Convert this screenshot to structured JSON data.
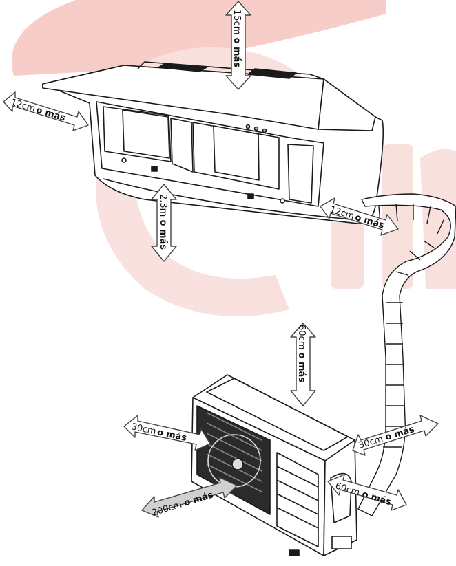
{
  "colors": {
    "watermark_red": "#e45a4e",
    "watermark_light": "#f3c9c2",
    "arrow_fill": "#ffffff",
    "arrow_stroke": "#444444",
    "arrow_shaded": "#d0d0d0",
    "line": "#1a1a1a"
  },
  "labels": {
    "top_clearance": {
      "value": "15cm",
      "suffix": "o más"
    },
    "left_clearance": {
      "value": "12cm",
      "suffix": "o más"
    },
    "right_clearance": {
      "value": "12cm",
      "suffix": "o más"
    },
    "floor_height": {
      "value": "2.3m",
      "suffix": "o más"
    },
    "outdoor_top": {
      "value": "60cm",
      "suffix": "o más"
    },
    "outdoor_left": {
      "value": "30cm",
      "suffix": "o más"
    },
    "outdoor_right": {
      "value": "30cm",
      "suffix": "o más"
    },
    "outdoor_front": {
      "value": "200cm",
      "suffix": "o más"
    },
    "outdoor_back": {
      "value": "60cm",
      "suffix": "o más"
    }
  },
  "icons": {
    "indoor_unit": "indoor-unit-icon",
    "outdoor_unit": "outdoor-unit-icon",
    "pipe": "refrigerant-pipe-icon",
    "watermark": "brand-watermark-icon"
  }
}
